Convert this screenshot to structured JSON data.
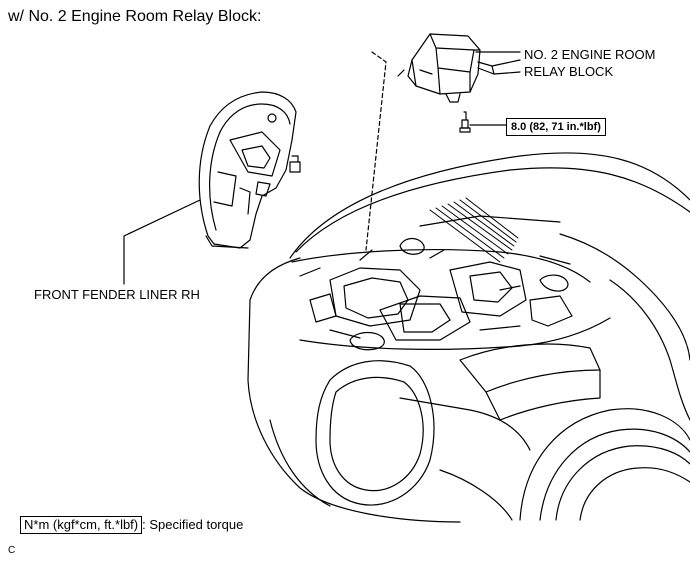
{
  "heading": "w/ No. 2 Engine Room Relay Block:",
  "callouts": {
    "relay_block_line1": "NO. 2 ENGINE ROOM",
    "relay_block_line2": "RELAY BLOCK",
    "fender_liner": "FRONT FENDER LINER RH",
    "torque": "8.0 (82, 71 in.*lbf)"
  },
  "legend": {
    "symbol": "N*m (kgf*cm, ft.*lbf)",
    "separator": ":",
    "description": "Specified torque"
  },
  "figure_code": "C"
}
